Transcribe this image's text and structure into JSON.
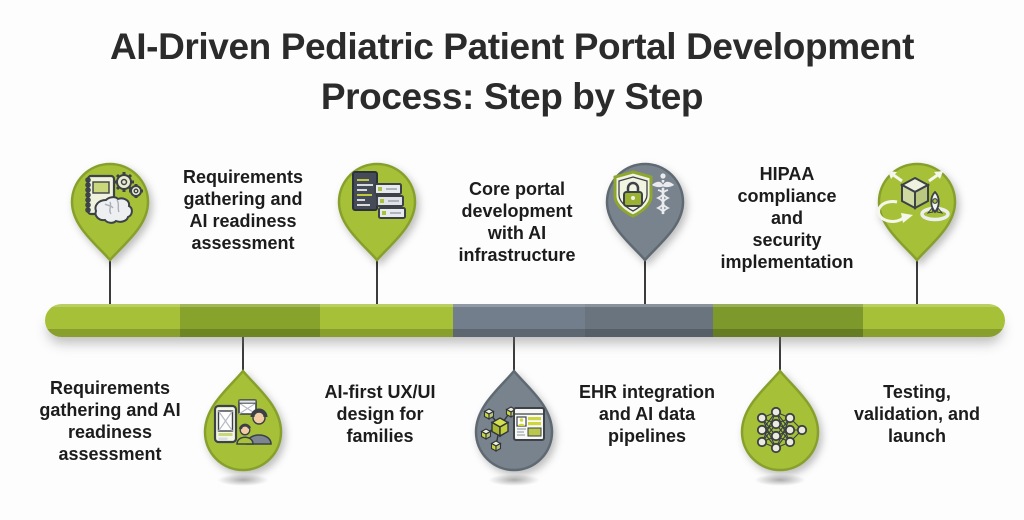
{
  "title": "AI-Driven Pediatric Patient Portal Development\nProcess: Step by Step",
  "colors": {
    "light_green": "#a6c138",
    "medium_green": "#87a32c",
    "dark_green": "#7d982b",
    "pin_green": "#a6c138",
    "pin_gray": "#79838d",
    "bar_gray": "#727e8b",
    "bar_gray_dark": "#69747f",
    "text": "#1c1c1c",
    "connector": "#3c3c3c"
  },
  "timeline": {
    "segment_colors": [
      "#a6c138",
      "#87a32c",
      "#a6c138",
      "#727e8b",
      "#69747f",
      "#7d982b",
      "#a6c138"
    ]
  },
  "top_row": {
    "pins": [
      {
        "icon": "notebook-brain-gears-icon",
        "color": "green"
      },
      {
        "icon": "codebook-servers-icon",
        "color": "green"
      },
      {
        "icon": "shield-lock-caduceus-icon",
        "color": "gray"
      },
      {
        "icon": "cube-arrows-rocket-icon",
        "color": "green"
      }
    ],
    "labels": [
      "Requirements\ngathering and\nAI readiness\nassessment",
      "Core portal\ndevelopment\nwith AI\ninfrastructure",
      "HIPAA\ncompliance\nand\nsecurity\nimplementation"
    ]
  },
  "bottom_row": {
    "pins": [
      {
        "icon": "family-app-wireframe-icon",
        "color": "green"
      },
      {
        "icon": "data-nodes-browser-icon",
        "color": "gray"
      },
      {
        "icon": "neural-network-icon",
        "color": "green"
      }
    ],
    "labels": [
      "Requirements\ngathering and AI\nreadiness\nassessment",
      "AI-first UX/UI\ndesign for\nfamilies",
      "EHR integration\nand AI data\npipelines",
      "Testing,\nvalidation, and\nlaunch"
    ]
  }
}
